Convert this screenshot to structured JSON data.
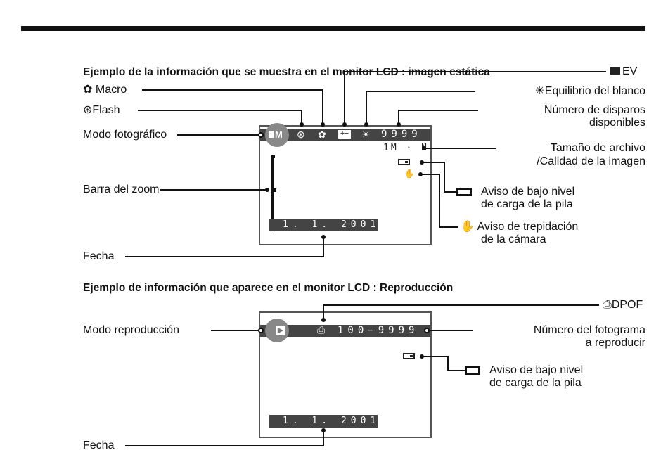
{
  "section1": {
    "title": "Ejemplo de la información que se muestra en el monitor LCD : imagen estática",
    "labels": {
      "macro": "Macro",
      "flash": "Flash",
      "mode": "Modo fotográfico",
      "zoom": "Barra del zoom",
      "date": "Fecha",
      "ev": "EV",
      "wb": "Equilibrio del blanco",
      "shots1": "Número de disparos",
      "shots2": "disponibles",
      "size1": "Tamaño de archivo",
      "size2": "/Calidad de la imagen",
      "bat1": "Aviso de bajo nivel",
      "bat2": "de carga de la pila",
      "shake1": "Aviso de trepidación",
      "shake2": "de la cámara"
    },
    "lcd": {
      "mode": "M",
      "shots": "9999",
      "size": "1M · N",
      "date": "1.  1. 2001"
    }
  },
  "section2": {
    "title": "Ejemplo de información que aparece en el monitor LCD : Reproducción",
    "labels": {
      "mode": "Modo reproducción",
      "date": "Fecha",
      "dpof": "DPOF",
      "frame1": "Número del fotograma",
      "frame2": "a reproducir",
      "bat1": "Aviso de bajo nivel",
      "bat2": "de carga de la pila"
    },
    "lcd": {
      "frame": "100−9999",
      "date": "1. 1. 2001"
    }
  }
}
